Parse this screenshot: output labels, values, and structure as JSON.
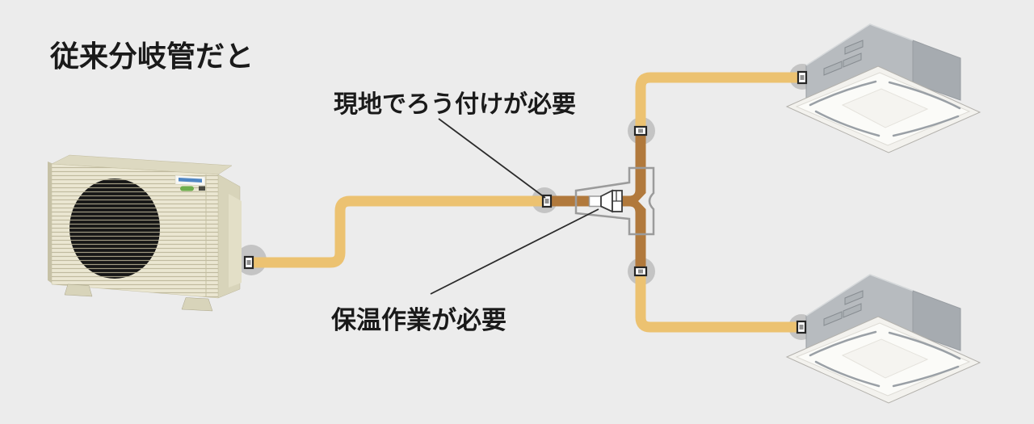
{
  "title": "従来分岐管だと",
  "labels": {
    "brazing": "現地でろう付けが必要",
    "insulation": "保温作業が必要"
  },
  "colors": {
    "background": "#ececec",
    "pipe_insulated": "#ecc271",
    "pipe_copper": "#b1793c",
    "joint_circle": "#c4c4c4",
    "cover_outline": "#9b9b9b",
    "text": "#1a1a1a"
  }
}
